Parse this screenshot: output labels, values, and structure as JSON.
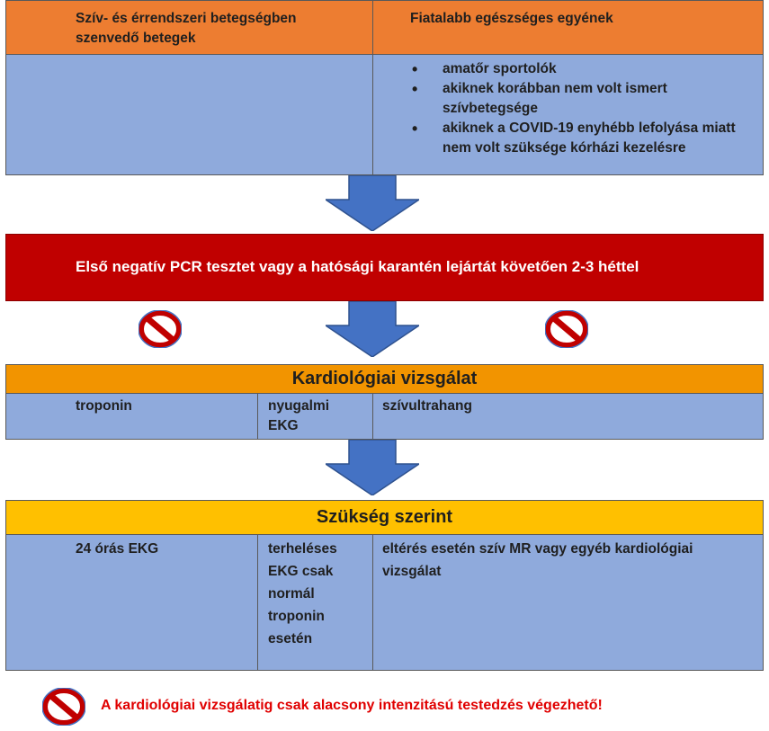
{
  "top": {
    "left_title": "Szív- és érrendszeri betegségben szenvedő betegek",
    "right_title": "Fiatalabb egészséges egyének",
    "right_items": [
      "amatőr sportolók",
      "akiknek korábban nem volt ismert szívbetegsége",
      "akiknek a COVID-19 enyhébb lefolyása miatt nem volt szüksége kórházi kezelésre"
    ]
  },
  "pcr": {
    "text": "Első negatív PCR tesztet vagy a hatósági karantén lejártát követően 2-3 héttel"
  },
  "kardio": {
    "title": "Kardiológiai vizsgálat",
    "col1": "troponin",
    "col2": "nyugalmi EKG",
    "col3": "szívultrahang"
  },
  "szukseg": {
    "title": "Szükség szerint",
    "col1": "24 órás EKG",
    "col2": "terheléses EKG csak normál troponin esetén",
    "col3": "eltérés esetén szív MR vagy egyéb kardiológiai vizsgálat"
  },
  "warning": {
    "text": "A kardiológiai vizsgálatig csak alacsony intenzitású testedzés végezhető!",
    "color": "#e00000"
  },
  "colors": {
    "header_orange": "#ed7d31",
    "cell_blue": "#8faadc",
    "pcr_red": "#c00000",
    "kardio_orange": "#f29400",
    "szukseg_gold": "#ffc000",
    "arrow_blue": "#4472c4"
  },
  "icons": [
    "down-arrow-icon",
    "no-entry-icon"
  ]
}
